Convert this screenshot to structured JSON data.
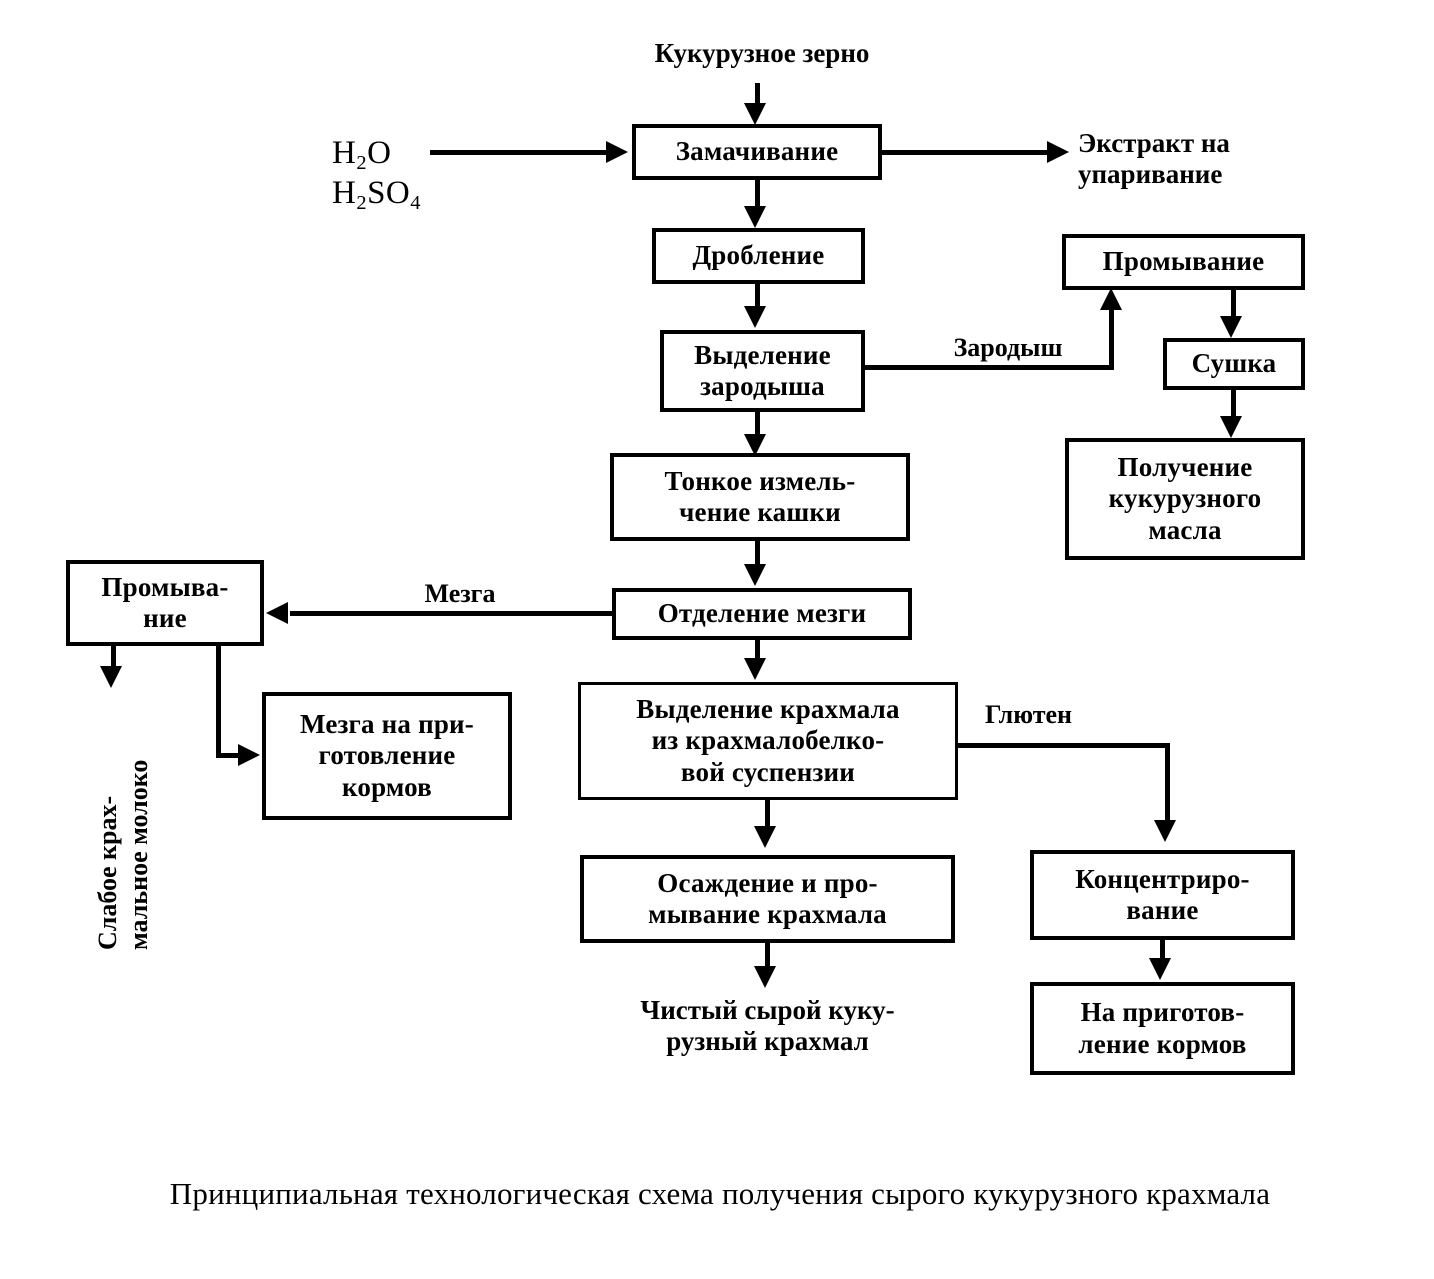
{
  "diagram": {
    "title": "Принципиальная технологическая схема получения сырого кукурузного крахмала",
    "inputs": {
      "grain": "Кукурузное зерно",
      "water": "H2O",
      "acid": "H2SO4"
    },
    "boxes": {
      "steeping": "Замачивание",
      "crushing": "Дробление",
      "germ_separation": "Выделение\nзародыша",
      "fine_grinding": "Тонкое измель-\nчение кашки",
      "pulp_separation": "Отделение мезги",
      "starch_separation": "Выделение крахмала\nиз   крахмалобелко-\nвой  суспензии",
      "precipitation_washing": "Осаждение и про-\nмывание крахмала",
      "germ_washing": "Промывание",
      "germ_drying": "Сушка",
      "corn_oil": "Получение\nкукурузного\nмасла",
      "pulp_washing": "Промыва-\nние",
      "pulp_to_feed": "Мезга на при-\nготовление\nкормов",
      "concentration": "Концентриро-\nвание",
      "gluten_to_feed": "На приготов-\nление кормов"
    },
    "flow_labels": {
      "extract": "Экстракт на\nупаривание",
      "germ": "Зародыш",
      "pulp": "Мезга",
      "gluten": "Глютен",
      "weak_starch_milk": "Слабое крах-\nмальное молоко",
      "clean_raw_starch": "Чистый сырой куку-\nрузный крахмал"
    },
    "colors": {
      "ink": "#000000",
      "paper": "#ffffff"
    }
  }
}
